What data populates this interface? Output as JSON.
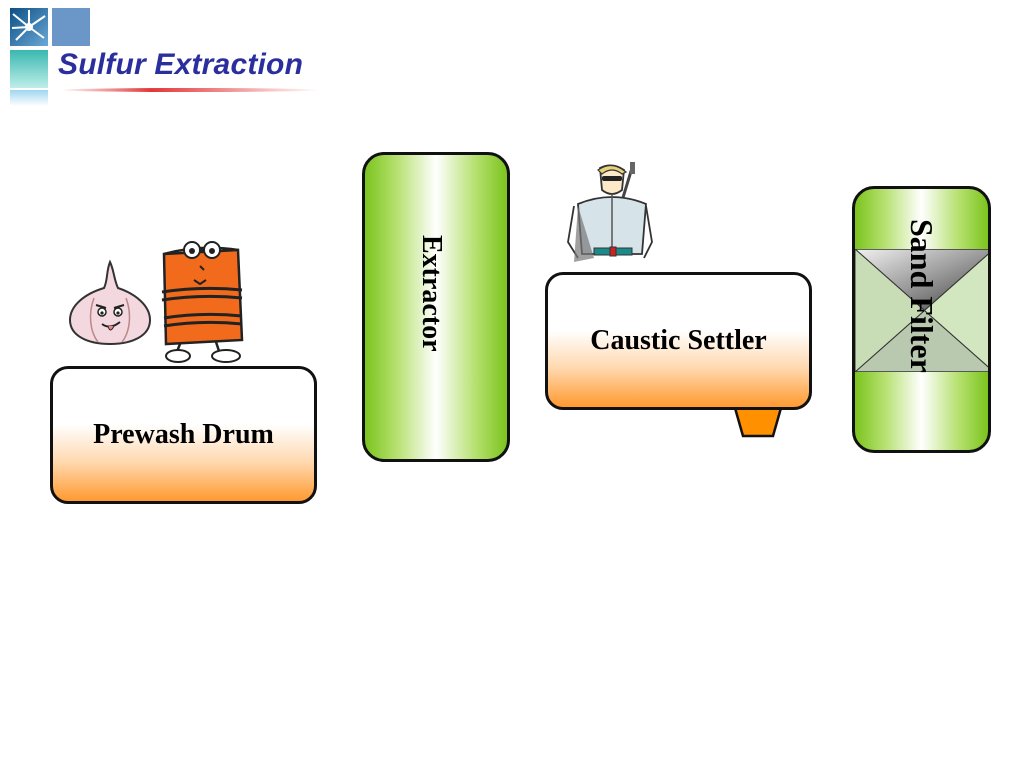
{
  "slide": {
    "title": "Sulfur Extraction"
  },
  "diagram": {
    "prewash_drum": {
      "label": "Prewash Drum"
    },
    "extractor": {
      "label": "Extractor"
    },
    "caustic_settler": {
      "label": "Caustic Settler"
    },
    "sand_filter": {
      "label": "Sand Filter"
    }
  },
  "icons": {
    "logo": "corporate-logo-icon",
    "garlic": "garlic-character-icon",
    "barrel": "orange-barrel-character-icon",
    "superhero": "superhero-character-icon"
  },
  "colors": {
    "title": "#2b2f9e",
    "vessel_orange": "#ff9a30",
    "column_green": "#7bc41e",
    "outline": "#111111"
  }
}
